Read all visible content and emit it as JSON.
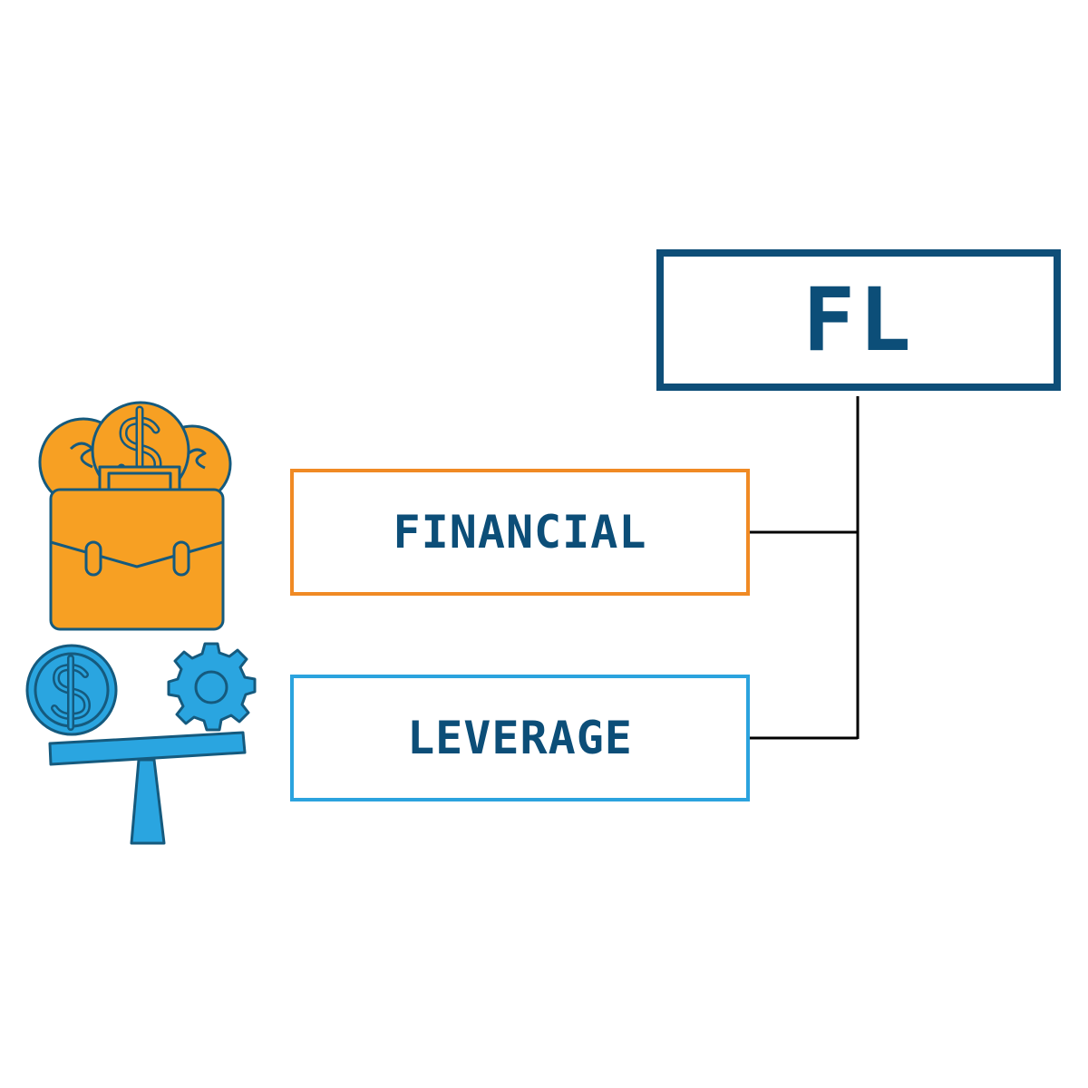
{
  "acronym": "FL",
  "words": [
    "FINANCIAL",
    "LEVERAGE"
  ],
  "icons": {
    "upper": "briefcase-with-coins-icon",
    "lower": "balance-scale-coin-gear-icon"
  },
  "colors": {
    "acronym_border": "#0e4e78",
    "text": "#0c4e78",
    "word_1_border": "#f08a24",
    "word_2_border": "#2ba3de",
    "orange_fill": "#f7a023",
    "blue_fill": "#2aa5e0",
    "outline": "#155a7e",
    "connector": "#000000"
  }
}
